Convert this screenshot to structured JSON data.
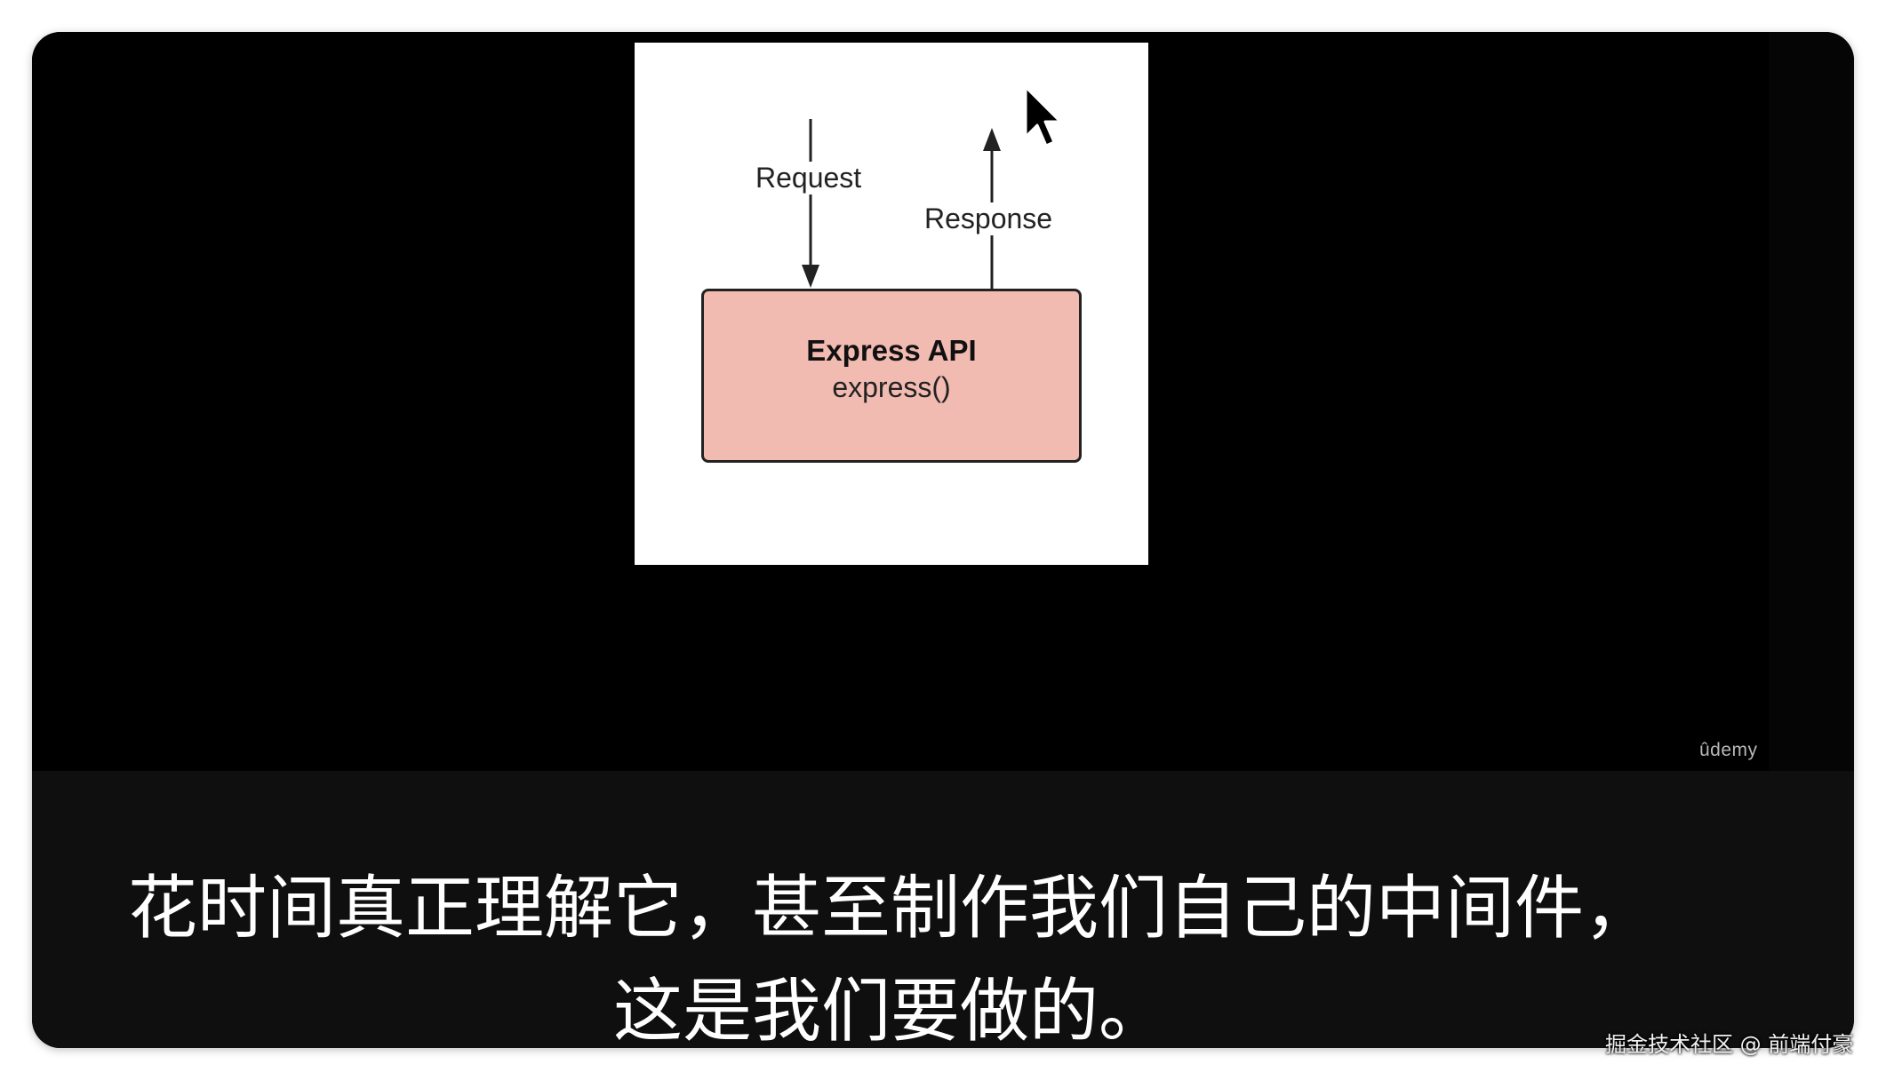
{
  "diagram": {
    "request_label": "Request",
    "response_label": "Response",
    "box_title": "Express API",
    "box_subtitle": "express()",
    "box_color": "#f2bbb1"
  },
  "player": {
    "logo": "ûdemy",
    "cursor_icon": "mouse-pointer-icon"
  },
  "subtitles": {
    "line1": "花时间真正理解它，甚至制作我们自己的中间件，",
    "line2": "这是我们要做的。"
  },
  "watermark": "掘金技术社区 @ 前端付豪"
}
